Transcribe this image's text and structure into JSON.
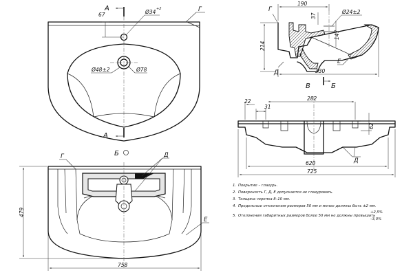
{
  "view_top": {
    "section_a_top": "А",
    "section_a_bottom": "А",
    "dim_hole_offset": "67",
    "dim_hole_dia": "Ø34",
    "dim_hole_tol": "+2",
    "label_g": "Г",
    "dim_drain_dia": "Ø48±2",
    "dim_bowl_dia": "Ø78"
  },
  "view_section_a": {
    "label_g": "Г",
    "dim_190": "190",
    "dim_37": "37",
    "dim_hole": "Ø24±2",
    "dim_147": "147",
    "dim_214": "214",
    "dim_330": "330",
    "label_d": "Д",
    "label_e": "Е"
  },
  "view_b": {
    "title": "В",
    "arrow_label": "Б",
    "dim_22": "22",
    "dim_31": "31",
    "dim_282": "282",
    "dim_62": "62",
    "dim_620": "620",
    "dim_725": "725",
    "label_d": "Д"
  },
  "view_bottom": {
    "title": "Б",
    "label_g": "Г",
    "label_d": "Д",
    "label_e": "Е",
    "dim_479": "479",
    "dim_758": "758"
  },
  "notes": [
    {
      "num": "1.",
      "text": "Покрытие – глазурь."
    },
    {
      "num": "2.",
      "text": "Поверхность Г, Д, Е допускается не глазуровать."
    },
    {
      "num": "3.",
      "text": "Толщина черепка 8–10 мм."
    },
    {
      "num": "4.",
      "text": "Предельные отклонения размеров 50 мм и менее должны быть ±2  мм."
    },
    {
      "num": "5.",
      "text": "Отклонения габаритных размеров более 50 мм не должны превышать"
    }
  ],
  "note5_tol_plus": "+2,5%",
  "note5_tol_minus": "–3,0%"
}
